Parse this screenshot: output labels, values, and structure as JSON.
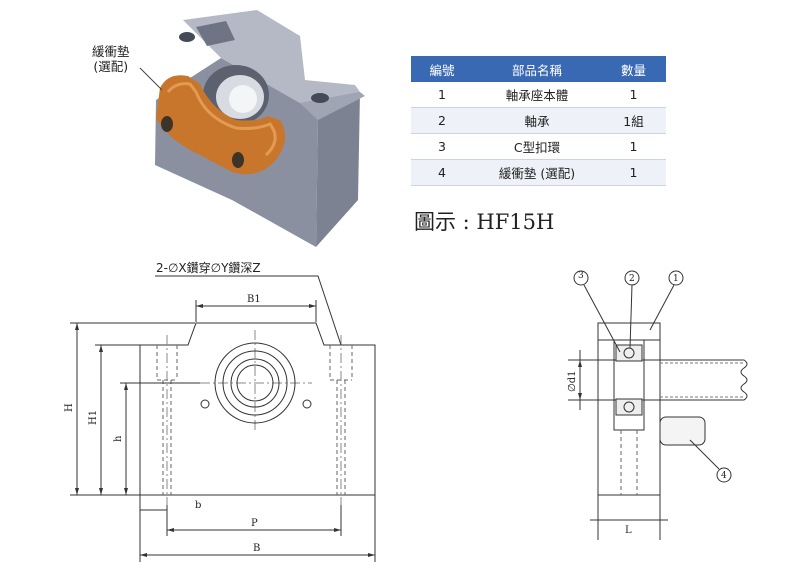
{
  "callout_label": [
    "緩衝墊",
    "(選配)"
  ],
  "parts_table": {
    "headers": [
      "編號",
      "部品名稱",
      "數量"
    ],
    "rows": [
      [
        "1",
        "軸承座本體",
        "1"
      ],
      [
        "2",
        "軸承",
        "1組"
      ],
      [
        "3",
        "C型扣環",
        "1"
      ],
      [
        "4",
        "緩衝墊 (選配)",
        "1"
      ]
    ]
  },
  "caption": "圖示 : HF15H",
  "front_view": {
    "hole_note": "2-∅X鑽穿∅Y鑽深Z",
    "labels": {
      "b1": "B1",
      "h_total": "H",
      "h1": "H1",
      "h": "h",
      "b": "b",
      "p": "P",
      "b_total": "B"
    }
  },
  "side_view": {
    "balloons": [
      "3",
      "2",
      "1",
      "4"
    ],
    "labels": {
      "d1": "∅d1",
      "l": "L"
    }
  },
  "colors": {
    "header_bg": "#3a69b4",
    "cushion": "#c8762c",
    "body": "#8e93a3"
  },
  "icons": [
    "bearing-block-render-icon"
  ]
}
